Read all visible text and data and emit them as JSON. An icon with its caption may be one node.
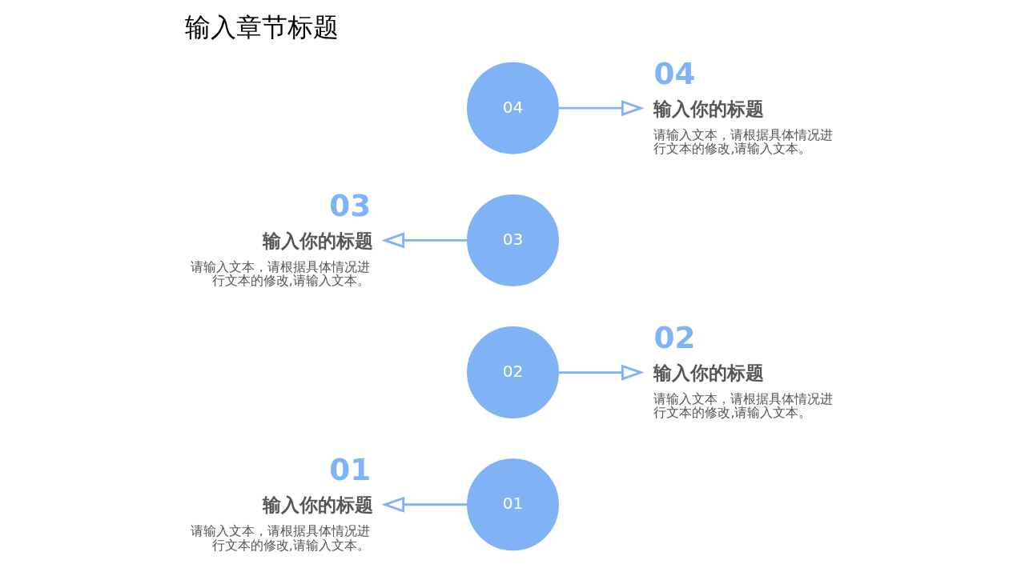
{
  "diagram": {
    "title": "输入章节标题",
    "nodes": [
      {
        "text": [
          "01"
        ]
      },
      {
        "text": [
          "01",
          "输入你的标题",
          "请输入文本，请根据具体情况进行文本的修改,请输入文本。"
        ]
      },
      {
        "text": [
          "02"
        ]
      },
      {
        "text": [
          "02",
          "输入你的标题",
          "请输入文本，请根据具体情况进行文本的修改,请输入文本。"
        ]
      },
      {
        "text": [
          "03"
        ]
      },
      {
        "text": [
          "03",
          "输入你的标题",
          "请输入文本，请根据具体情况进行文本的修改,请输入文本。"
        ]
      },
      {
        "text": [
          "04"
        ]
      },
      {
        "text": [
          "04",
          "输入你的标题",
          "请输入文本，请根据具体情况进行文本的修改,请输入文本。"
        ]
      }
    ],
    "edges": [
      {
        "from": 0,
        "to": 1,
        "arrow": "to"
      },
      {
        "from": 2,
        "to": 3,
        "arrow": "to"
      },
      {
        "from": 4,
        "to": 5,
        "arrow": "to"
      },
      {
        "from": 6,
        "to": 7,
        "arrow": "to"
      }
    ]
  }
}
